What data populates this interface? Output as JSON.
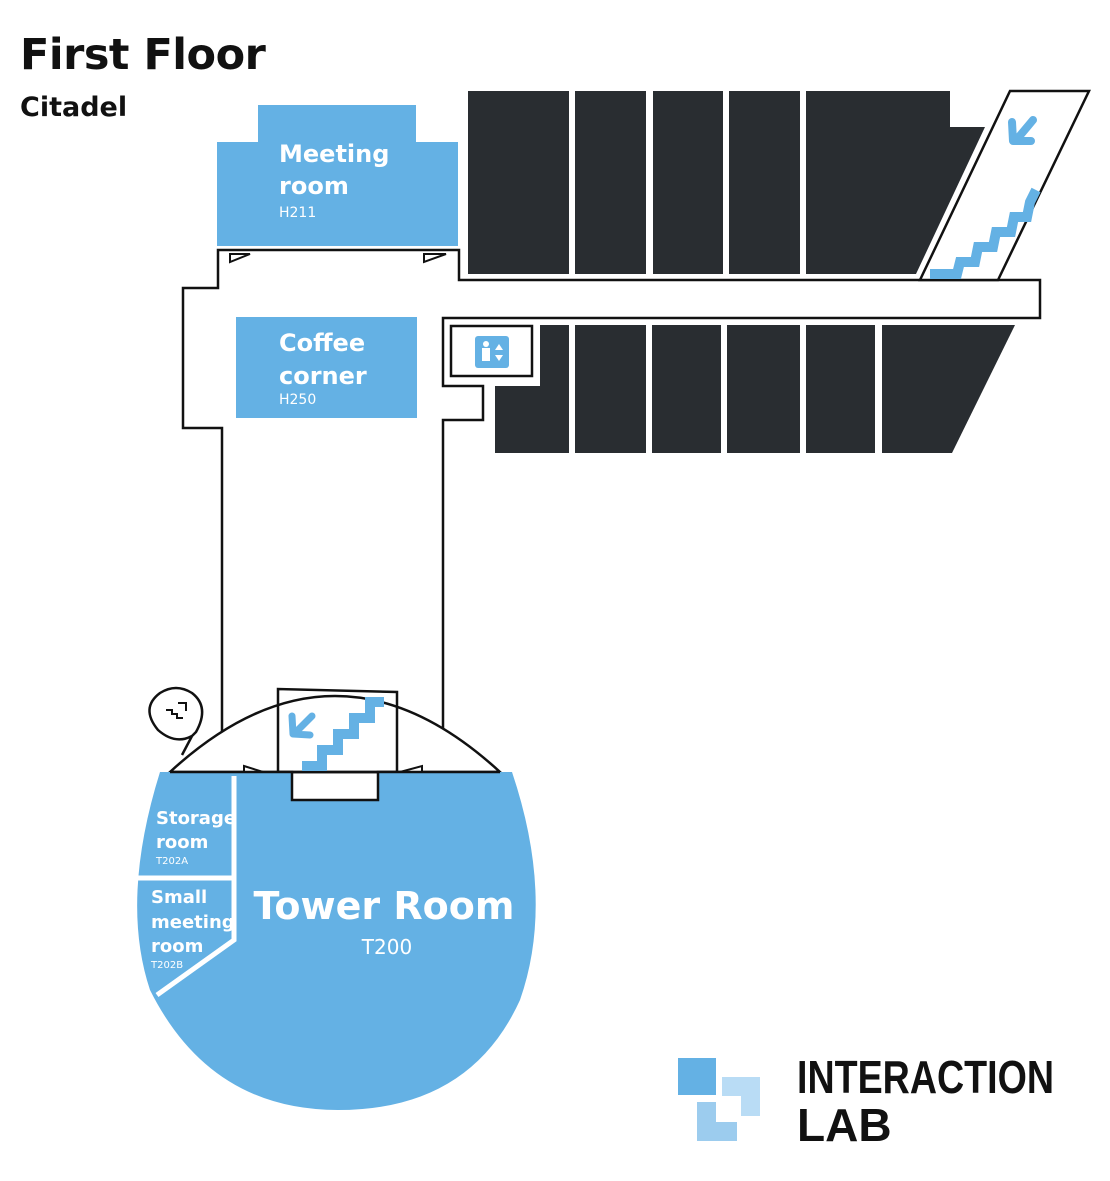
{
  "header": {
    "title": "First Floor",
    "subtitle": "Citadel"
  },
  "colors": {
    "room_blue": "#64b1e4",
    "dark_room": "#292d31",
    "outline": "#111111",
    "logo_light": "#b9dcf5"
  },
  "rooms": {
    "meeting_room": {
      "line1": "Meeting",
      "line2": "room",
      "code": "H211"
    },
    "coffee_corner": {
      "line1": "Coffee",
      "line2": "corner",
      "code": "H250"
    },
    "storage_room": {
      "line1": "Storage",
      "line2": "room",
      "code": "T202A"
    },
    "small_meeting_room": {
      "line1": "Small",
      "line2": "meeting",
      "line3": "room",
      "code": "T202B"
    },
    "tower_room": {
      "name": "Tower Room",
      "code": "T200"
    }
  },
  "icons": [
    "stairs-icon",
    "down-arrow-icon",
    "elevator-icon",
    "escalator-icon"
  ],
  "logo": {
    "line1": "INTERACTION",
    "line2": "LAB"
  }
}
